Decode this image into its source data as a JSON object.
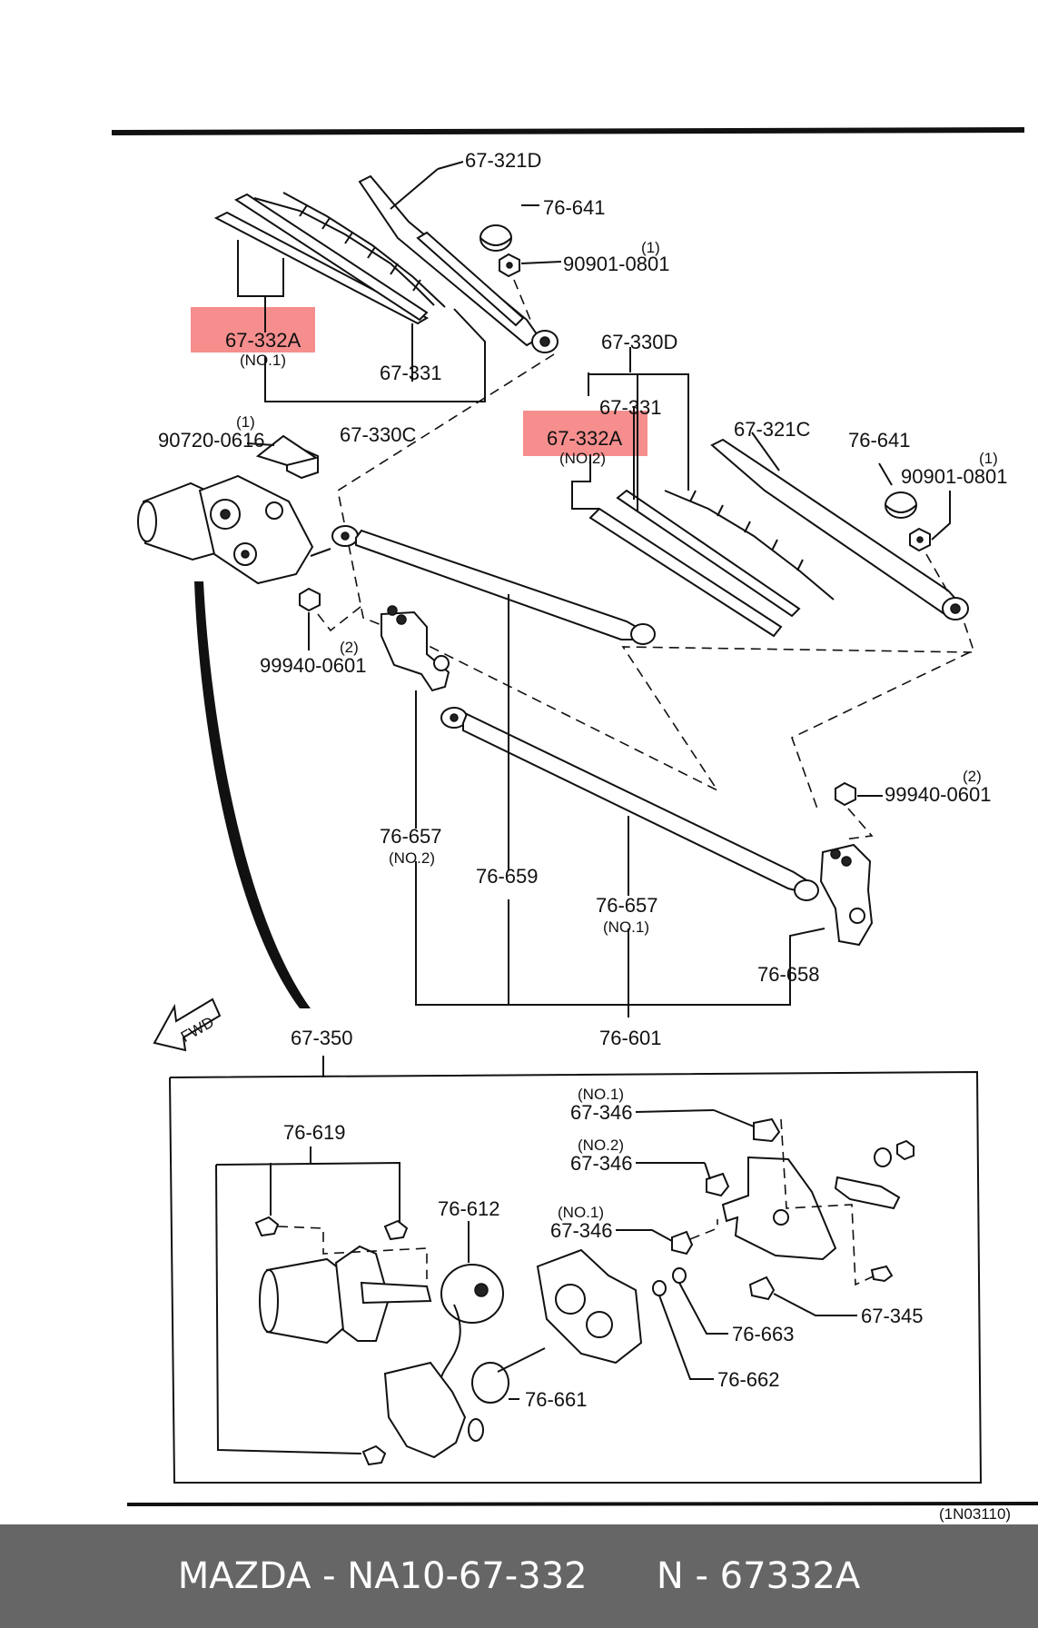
{
  "callouts": {
    "c67_321D": "67-321D",
    "c76_641a": "76-641",
    "c1a": "(1)",
    "c90901_0801a": "90901-0801",
    "c67_332A_1": "67-332A",
    "no1a": "(NO.1)",
    "c67_331a": "67-331",
    "c67_330C": "67-330C",
    "c67_330D": "67-330D",
    "c67_331b": "67-331",
    "c67_332A_2": "67-332A",
    "no2a": "(NO.2)",
    "c67_321C": "67-321C",
    "c76_641b": "76-641",
    "c1b": "(1)",
    "c90901_0801b": "90901-0801",
    "c1c": "(1)",
    "c90720_0616": "90720-0616",
    "c2a": "(2)",
    "c99940_0601a": "99940-0601",
    "c2b": "(2)",
    "c99940_0601b": "99940-0601",
    "c76_657_2": "76-657",
    "no2b": "(NO.2)",
    "c76_659": "76-659",
    "c76_657_1": "76-657",
    "no1b": "(NO.1)",
    "c76_658": "76-658",
    "c76_601": "76-601",
    "fwd": "FWD",
    "c67_350": "67-350",
    "c76_619": "76-619",
    "c76_612": "76-612",
    "no1c": "(NO.1)",
    "c67_346a": "67-346",
    "no2c": "(NO.2)",
    "c67_346b": "67-346",
    "no1d": "(NO.1)",
    "c67_346c": "67-346",
    "c67_345": "67-345",
    "c76_663": "76-663",
    "c76_662": "76-662",
    "c76_661": "76-661",
    "ref": "(1N03110)"
  },
  "highlight_color": "#f47a7a",
  "footer": {
    "brand_part": "MAZDA - NA10-67-332",
    "oem_number": "N - 67332A"
  }
}
